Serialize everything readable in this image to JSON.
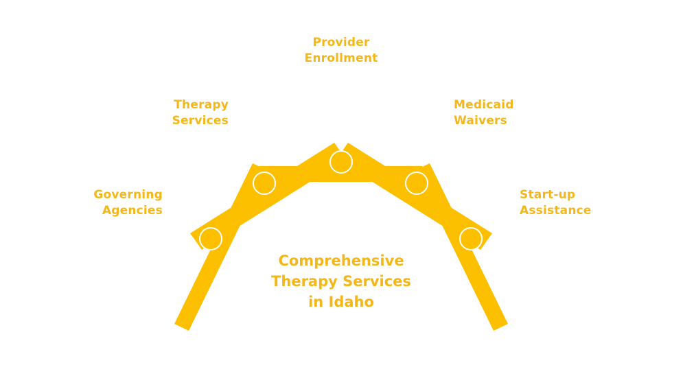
{
  "colors": {
    "accent": "#FCC000",
    "label": "#F3B71A",
    "joint": "#FCC000",
    "joint_stroke": "#ffffff",
    "background": "#ffffff"
  },
  "center": {
    "line1": "Comprehensive",
    "line2": "Therapy Services",
    "line3": "in Idaho"
  },
  "labels": {
    "governing": {
      "line1": "Governing",
      "line2": "Agencies"
    },
    "therapy": {
      "line1": "Therapy",
      "line2": "Services"
    },
    "provider": {
      "line1": "Provider",
      "line2": "Enrollment"
    },
    "medicaid": {
      "line1": "Medicaid",
      "line2": "Waivers"
    },
    "startup": {
      "line1": "Start-up",
      "line2": "Assistance"
    }
  },
  "icons": {
    "joint": "circle-joint-icon"
  }
}
